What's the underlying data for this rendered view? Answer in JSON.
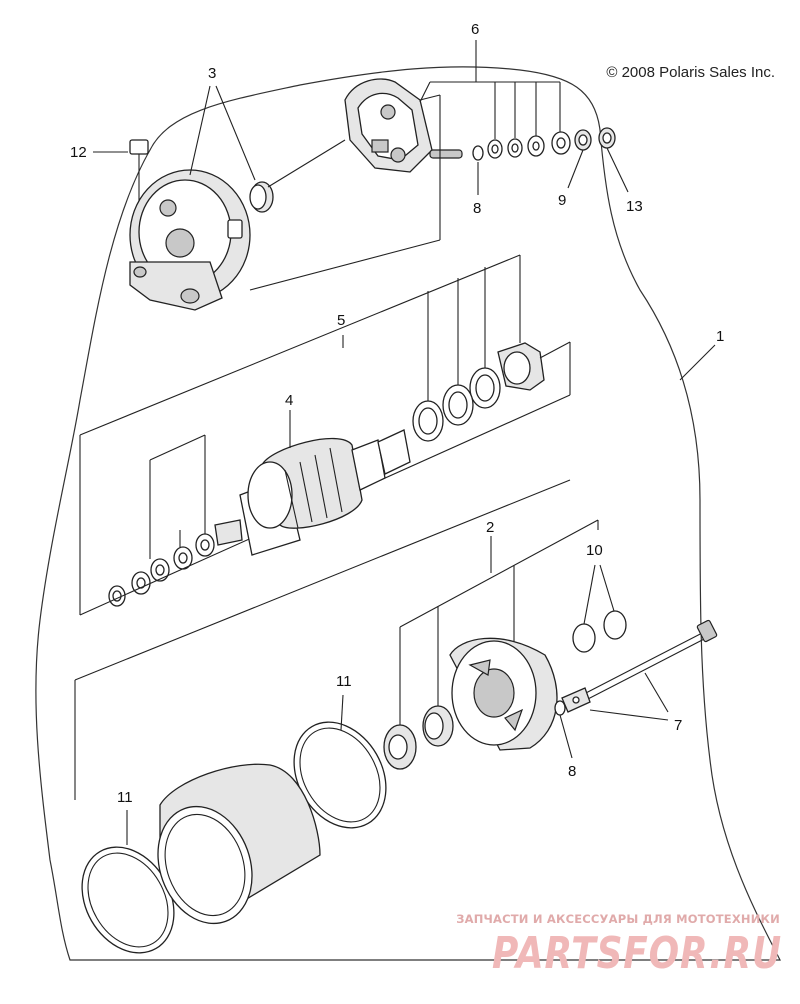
{
  "copyright": "© 2008 Polaris Sales Inc.",
  "watermark": {
    "tagline": "ЗАПЧАСТИ И АКСЕССУАРЫ ДЛЯ МОТОТЕХНИКИ",
    "brand": "PARTSFOR.RU"
  },
  "callouts": {
    "c1": "1",
    "c2": "2",
    "c3": "3",
    "c4": "4",
    "c5": "5",
    "c6": "6",
    "c7": "7",
    "c8a": "8",
    "c8b": "8",
    "c9": "9",
    "c10": "10",
    "c11a": "11",
    "c11b": "11",
    "c12": "12",
    "c13": "13"
  },
  "colors": {
    "line": "#222222",
    "watermark": "#e8a0a0",
    "background": "#ffffff"
  }
}
